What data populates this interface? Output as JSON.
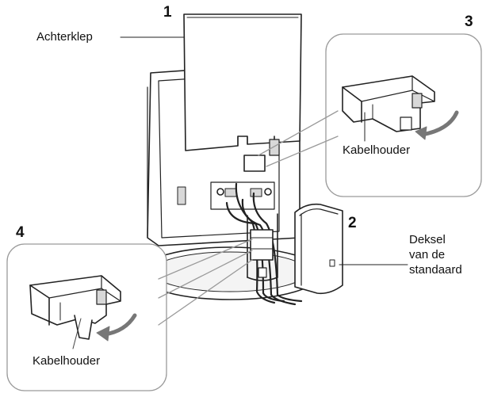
{
  "callouts": {
    "step1": "1",
    "step2": "2",
    "step3": "3",
    "step4": "4"
  },
  "labels": {
    "back_cover": "Achterklep",
    "cable_holder_top": "Kabelhouder",
    "cable_holder_bottom": "Kabelhouder",
    "stand_cover": [
      "Deksel",
      "van de",
      "standaard"
    ]
  },
  "colors": {
    "line": "#222222",
    "fill": "#ffffff",
    "frame": "#9a9a9a",
    "shade": "#d8d8d8"
  }
}
